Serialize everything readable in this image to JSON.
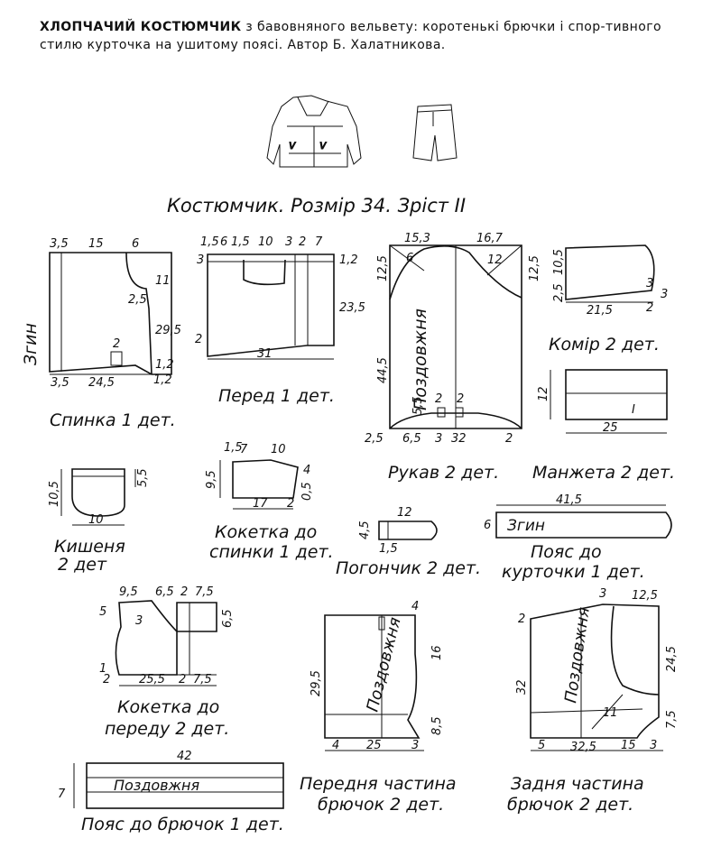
{
  "header": {
    "title_caps": "ХЛОПЧАЧИЙ КОСТЮМЧИК",
    "title_rest": " з бавовняного вельвету: коротенькі брючки і спор-тивного стилю курточка на ушитому поясі. Автор Б. Халатникова."
  },
  "subtitle": "Костюмчик. Розмір 34. Зріст ІІ",
  "pieces": {
    "spynka": {
      "label": "Спинка 1 дет.",
      "fold": "Згин",
      "dims": [
        "3,5",
        "15",
        "6",
        "11",
        "2,5",
        "29,5",
        "2",
        "1,2",
        "3,5",
        "24,5",
        "1,2"
      ]
    },
    "pered": {
      "label": "Перед 1 дет.",
      "dims": [
        "1,5",
        "6",
        "1,5",
        "10",
        "3",
        "2",
        "7",
        "3",
        "1,2",
        "23,5",
        "2",
        "31"
      ]
    },
    "rukav": {
      "label": "Рукав 2 дет.",
      "dims": [
        "15,3",
        "16,7",
        "6",
        "12",
        "12,5",
        "12,5",
        "44,5",
        "5,5",
        "2",
        "2",
        "2,5",
        "6,5",
        "3",
        "32",
        "2"
      ],
      "grain": "Поздовжня"
    },
    "komir": {
      "label": "Комір 2 дет.",
      "dims": [
        "10,5",
        "2,5",
        "3",
        "3",
        "21,5",
        "2"
      ]
    },
    "manzheta": {
      "label": "Манжета 2 дет.",
      "dims": [
        "12",
        "25"
      ],
      "mark": "I"
    },
    "kyshenia": {
      "label": [
        "Кишеня",
        "2 дет"
      ],
      "dims": [
        "10,5",
        "5,5",
        "10"
      ]
    },
    "koketka_spynky": {
      "label": [
        "Кокетка до",
        "спинки 1 дет."
      ],
      "dims": [
        "1,5",
        "7",
        "10",
        "9,5",
        "4",
        "0,5",
        "17",
        "2"
      ]
    },
    "pogonchyk": {
      "label": "Погончик 2 дет.",
      "dims": [
        "12",
        "4,5",
        "1,5"
      ]
    },
    "poyas_kurtky": {
      "label": [
        "Пояс до",
        "курточки 1 дет."
      ],
      "fold": "Згин",
      "dims": [
        "41,5",
        "6"
      ]
    },
    "koketka_pered": {
      "label": [
        "Кокетка до",
        "переду 2 дет."
      ],
      "dims": [
        "9,5",
        "6,5",
        "2",
        "7,5",
        "5",
        "3",
        "6,5",
        "1",
        "2",
        "25,5",
        "2",
        "7,5"
      ]
    },
    "pered_bruk": {
      "label": [
        "Передня частина",
        "брючок 2 дет."
      ],
      "grain": "Поздовжня",
      "dims": [
        "4",
        "29,5",
        "16",
        "8,5",
        "4",
        "25",
        "3"
      ]
    },
    "zadnia_bruk": {
      "label": [
        "Задня частина",
        "брючок 2 дет."
      ],
      "grain": "Поздовжня",
      "dims": [
        "3",
        "12,5",
        "2",
        "32",
        "24,5",
        "7,5",
        "5",
        "32,5",
        "15",
        "3",
        "11"
      ]
    },
    "poyas_bruk": {
      "label": "Пояс до брючок 1 дет.",
      "grain": "Поздовжня",
      "dims": [
        "42",
        "7"
      ]
    }
  }
}
